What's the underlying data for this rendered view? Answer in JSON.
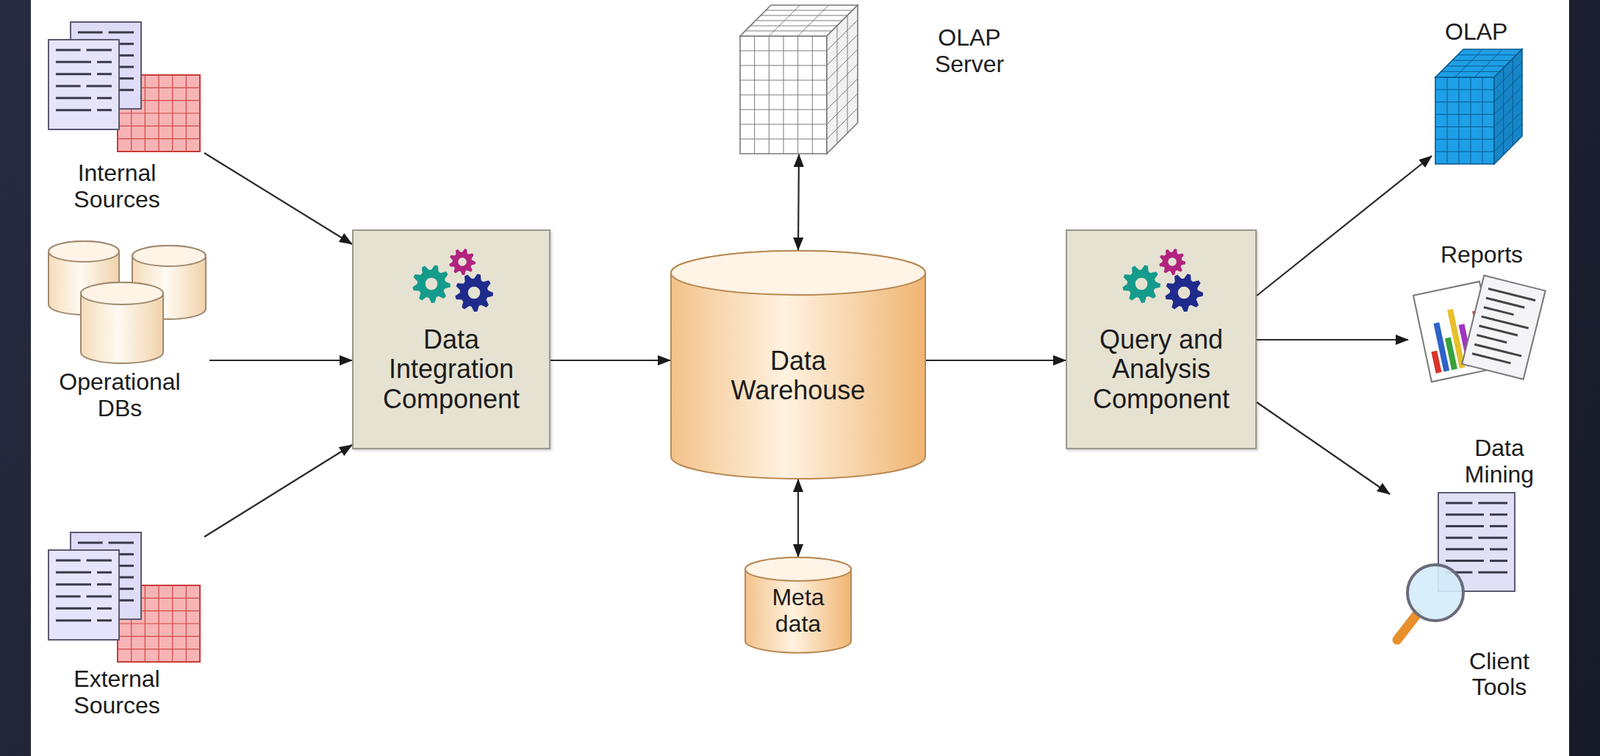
{
  "diagram": {
    "nodes": [
      {
        "text": [
          "Internal Sources"
        ]
      },
      {
        "text": [
          "Operational DBs"
        ]
      },
      {
        "text": [
          "External Sources"
        ]
      },
      {
        "text": [
          "Data Integration Component"
        ]
      },
      {
        "text": [
          "OLAP Server"
        ]
      },
      {
        "text": [
          "Data Warehouse"
        ]
      },
      {
        "text": [
          "Meta data"
        ]
      },
      {
        "text": [
          "Query and Analysis Component"
        ]
      },
      {
        "text": [
          "OLAP"
        ]
      },
      {
        "text": [
          "Reports"
        ]
      },
      {
        "text": [
          "Data Mining",
          "Client Tools"
        ]
      }
    ],
    "edges": [
      {
        "from": 0,
        "to": 3,
        "arrow": "to"
      },
      {
        "from": 1,
        "to": 3,
        "arrow": "to"
      },
      {
        "from": 2,
        "to": 3,
        "arrow": "to"
      },
      {
        "from": 3,
        "to": 5,
        "arrow": "to"
      },
      {
        "from": 4,
        "to": 5,
        "arrow": "both"
      },
      {
        "from": 5,
        "to": 6,
        "arrow": "both"
      },
      {
        "from": 5,
        "to": 7,
        "arrow": "to"
      },
      {
        "from": 7,
        "to": 8,
        "arrow": "to"
      },
      {
        "from": 7,
        "to": 9,
        "arrow": "to"
      },
      {
        "from": 7,
        "to": 10,
        "arrow": "to"
      }
    ]
  }
}
